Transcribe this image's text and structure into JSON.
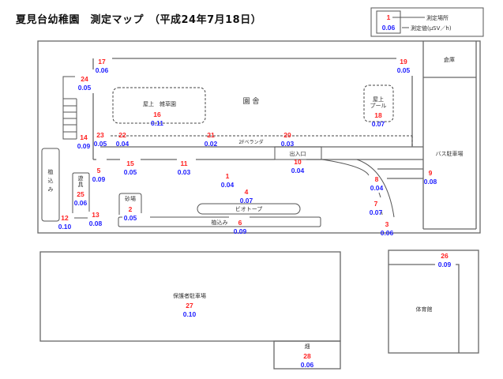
{
  "title": "夏見台幼稚園　測定マップ　（平成24年7月18日）",
  "legend": {
    "sample_number": "1",
    "sample_value": "0.06",
    "number_label": "測定場所",
    "value_label": "測定値(μSV／h)"
  },
  "colors": {
    "number": "#ff2020",
    "value": "#2020ff",
    "line": "#666666"
  },
  "areas": {
    "main_building": "園 舎",
    "rooftop_garden": "屋上　雑草園",
    "rooftop_pool_1": "屋上",
    "rooftop_pool_2": "プール",
    "balcony": "2Fベランダ",
    "entrance": "出入口",
    "storehouse": "倉庫",
    "bus_parking": "バス駐車場",
    "planting_left_1": "植",
    "planting_left_2": "込",
    "planting_left_3": "み",
    "playground_equipment_1": "遊",
    "playground_equipment_2": "具",
    "sandbox": "砂場",
    "biotope": "ビオトープ",
    "planting_bottom": "植込み",
    "guardian_parking": "保護者駐車場",
    "field": "畑",
    "gymnasium": "体育館"
  },
  "measurements": [
    {
      "id": "1",
      "value": "0.04"
    },
    {
      "id": "2",
      "value": "0.05"
    },
    {
      "id": "3",
      "value": "0.06"
    },
    {
      "id": "4",
      "value": "0.07"
    },
    {
      "id": "5",
      "value": "0.09"
    },
    {
      "id": "6",
      "value": "0.09"
    },
    {
      "id": "7",
      "value": "0.07"
    },
    {
      "id": "8",
      "value": "0.04"
    },
    {
      "id": "9",
      "value": "0.08"
    },
    {
      "id": "10",
      "value": "0.04"
    },
    {
      "id": "11",
      "value": "0.03"
    },
    {
      "id": "12",
      "value": "0.10"
    },
    {
      "id": "13",
      "value": "0.08"
    },
    {
      "id": "14",
      "value": "0.09"
    },
    {
      "id": "15",
      "value": "0.05"
    },
    {
      "id": "16",
      "value": "0.11"
    },
    {
      "id": "17",
      "value": "0.06"
    },
    {
      "id": "18",
      "value": "0.07"
    },
    {
      "id": "19",
      "value": "0.05"
    },
    {
      "id": "20",
      "value": "0.03"
    },
    {
      "id": "21",
      "value": "0.02"
    },
    {
      "id": "22",
      "value": "0.04"
    },
    {
      "id": "23",
      "value": "0.05"
    },
    {
      "id": "24",
      "value": "0.05"
    },
    {
      "id": "25",
      "value": "0.06"
    },
    {
      "id": "26",
      "value": "0.09"
    },
    {
      "id": "27",
      "value": "0.10"
    },
    {
      "id": "28",
      "value": "0.06"
    }
  ]
}
